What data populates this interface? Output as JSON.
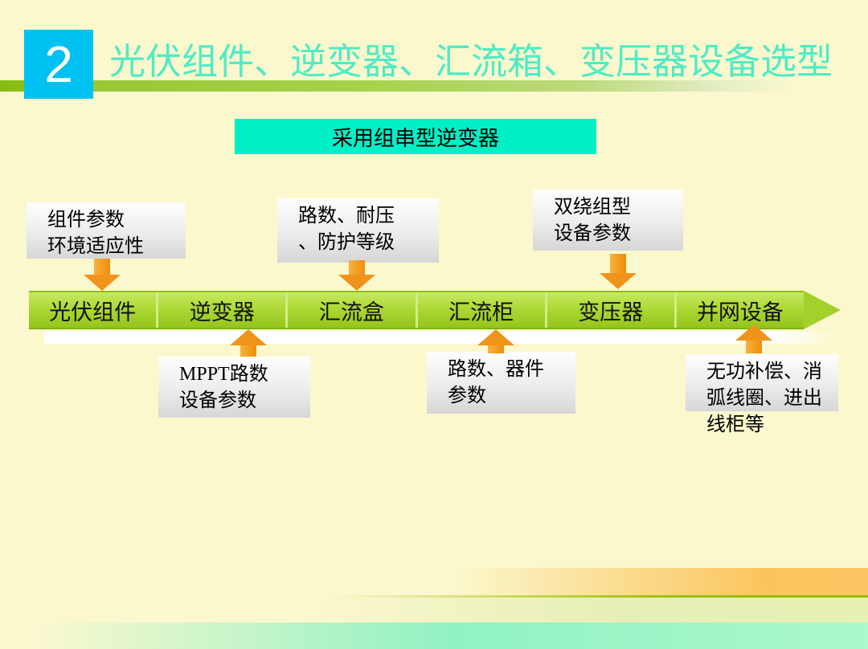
{
  "header": {
    "page_number": "2",
    "title": "光伏组件、逆变器、汇流箱、变压器设备选型",
    "title_color": "#4FEBC5",
    "number_box_color": "#00C2F2",
    "underline_color": "#8CC21E"
  },
  "banner": {
    "label": "采用组串型逆变器",
    "bg_color": "#00EFC6"
  },
  "flow": {
    "stages": [
      "光伏组件",
      "逆变器",
      "汇流盒",
      "汇流柜",
      "变压器",
      "并网设备"
    ],
    "bar_color": "#A6D52F",
    "arrow_color": "#F0931A"
  },
  "callouts_top": [
    {
      "lines": [
        "组件参数",
        "环境适应性"
      ]
    },
    {
      "lines": [
        "路数、耐压",
        "、防护等级"
      ]
    },
    {
      "lines": [
        "双绕组型",
        "设备参数"
      ]
    }
  ],
  "callouts_bottom": [
    {
      "lines": [
        "MPPT路数",
        "设备参数"
      ]
    },
    {
      "lines": [
        "路数、器件",
        "参数"
      ]
    },
    {
      "lines": [
        "无功补偿、消",
        "弧线圈、进出",
        "线柜等"
      ]
    }
  ],
  "decor": {
    "background_color": "#FBF8CE",
    "bottom_band_orange": "#FCC763",
    "bottom_band_line": "#9ABD00",
    "bottom_band_sage": "#E9F0B4",
    "bottom_band_mint": "#90F2C4"
  }
}
